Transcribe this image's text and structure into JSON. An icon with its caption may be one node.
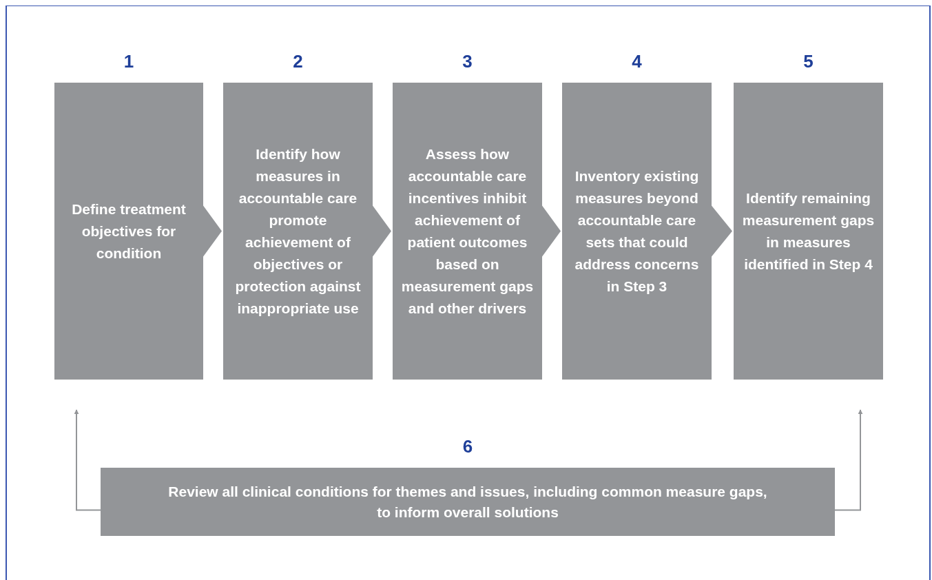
{
  "diagram": {
    "nodes": [
      {
        "text": [
          "Define treatment objectives for condition"
        ],
        "beside": [
          "1"
        ]
      },
      {
        "text": [
          "Identify how measures in accountable care promote achievement of objectives or protection against inappropriate use"
        ],
        "beside": [
          "2"
        ]
      },
      {
        "text": [
          "Assess how accountable care incentives inhibit achievement of patient outcomes based on measurement gaps and other drivers"
        ],
        "beside": [
          "3"
        ]
      },
      {
        "text": [
          "Inventory existing measures beyond accountable care sets that could address concerns in Step 3"
        ],
        "beside": [
          "4"
        ]
      },
      {
        "text": [
          "Identify remaining measurement gaps in measures identified in Step 4"
        ],
        "beside": [
          "5"
        ]
      },
      {
        "text": [
          "Review all clinical conditions for themes and issues, including common measure gaps, to inform overall solutions"
        ],
        "beside": [
          "6"
        ]
      }
    ],
    "edges": [
      {
        "from": 0,
        "to": 1,
        "arrow": "to"
      },
      {
        "from": 1,
        "to": 2,
        "arrow": "to"
      },
      {
        "from": 2,
        "to": 3,
        "arrow": "to"
      },
      {
        "from": 3,
        "to": 4,
        "arrow": "to"
      },
      {
        "from": 5,
        "to": 0,
        "arrow": "to"
      },
      {
        "from": 5,
        "to": 4,
        "arrow": "to"
      }
    ]
  }
}
